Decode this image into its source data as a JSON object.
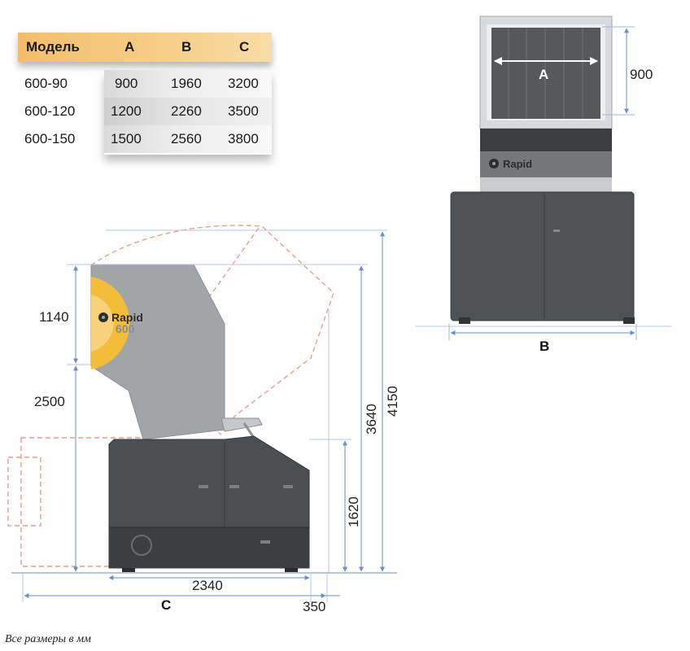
{
  "table": {
    "headers": [
      "Модель",
      "A",
      "B",
      "C"
    ],
    "rows": [
      [
        "600-90",
        "900",
        "1960",
        "3200"
      ],
      [
        "600-120",
        "1200",
        "2260",
        "3500"
      ],
      [
        "600-150",
        "1500",
        "2560",
        "3800"
      ]
    ]
  },
  "front_view": {
    "dim_900": "900",
    "label_a": "A",
    "label_b": "B",
    "brand": "Rapid"
  },
  "side_view": {
    "dim_1140": "1140",
    "dim_2500": "2500",
    "dim_3640": "3640",
    "dim_4150": "4150",
    "dim_1620": "1620",
    "dim_2340": "2340",
    "dim_350": "350",
    "label_c": "C",
    "brand": "Rapid",
    "model": "600"
  },
  "footnote": "Все размеры в мм",
  "colors": {
    "header_orange": "#f2bd6a",
    "logo_yellow": "#f3bd3a",
    "machine_dark": "#4a4d4f",
    "machine_light": "#a3a6a8",
    "dim_line": "#6a8fc6",
    "ghost_outline": "#e2a090"
  }
}
